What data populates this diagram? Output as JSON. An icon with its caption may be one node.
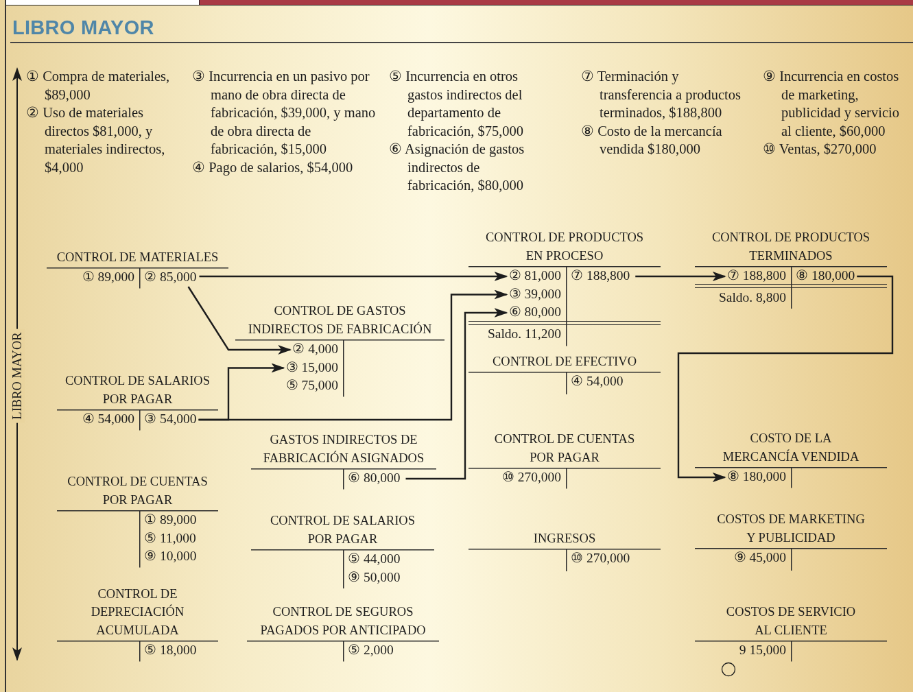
{
  "diagram": {
    "title": "LIBRO MAYOR",
    "nodes": [
      {
        "text": [
          "CONTROL DE MATERIALES"
        ]
      },
      {
        "text": [
          "① 89,000"
        ],
        "in": 0
      },
      {
        "text": [
          "② 85,000"
        ],
        "in": 0
      },
      {
        "text": [
          "CONTROL DE PRODUCTOS EN PROCESO"
        ]
      },
      {
        "text": [
          "② 81,000"
        ],
        "in": 3
      },
      {
        "text": [
          "③ 39,000"
        ],
        "in": 3
      },
      {
        "text": [
          "⑥ 80,000"
        ],
        "in": 3
      },
      {
        "text": [
          "⑦ 188,800"
        ],
        "in": 3
      },
      {
        "text": [
          "Saldo. 11,200"
        ],
        "in": 3
      },
      {
        "text": [
          "CONTROL DE PRODUCTOS TERMINADOS"
        ]
      },
      {
        "text": [
          "⑦ 188,800"
        ],
        "in": 9
      },
      {
        "text": [
          "⑧ 180,000"
        ],
        "in": 9
      },
      {
        "text": [
          "Saldo. 8,800"
        ],
        "in": 9
      },
      {
        "text": [
          "CONTROL DE GASTOS INDIRECTOS DE FABRICACIÓN"
        ]
      },
      {
        "text": [
          "② 4,000"
        ],
        "in": 13
      },
      {
        "text": [
          "③ 15,000"
        ],
        "in": 13
      },
      {
        "text": [
          "⑤ 75,000"
        ],
        "in": 13
      },
      {
        "text": [
          "CONTROL DE EFECTIVO"
        ]
      },
      {
        "text": [
          "④ 54,000"
        ],
        "in": 17
      },
      {
        "text": [
          "CONTROL DE SALARIOS POR PAGAR"
        ]
      },
      {
        "text": [
          "④ 54,000"
        ],
        "in": 19
      },
      {
        "text": [
          "③ 54,000"
        ],
        "in": 19
      },
      {
        "text": [
          "GASTOS INDIRECTOS DE FABRICACIÓN ASIGNADOS"
        ]
      },
      {
        "text": [
          "⑥ 80,000"
        ],
        "in": 22
      },
      {
        "text": [
          "CONTROL DE CUENTAS POR PAGAR"
        ]
      },
      {
        "text": [
          "⑩ 270,000"
        ],
        "in": 24
      },
      {
        "text": [
          "COSTO DE LA MERCANCÍA VENDIDA"
        ]
      },
      {
        "text": [
          "⑧ 180,000"
        ],
        "in": 26
      },
      {
        "text": [
          "CONTROL DE CUENTAS POR PAGAR"
        ]
      },
      {
        "text": [
          "① 89,000"
        ],
        "in": 28
      },
      {
        "text": [
          "⑤ 11,000"
        ],
        "in": 28
      },
      {
        "text": [
          "⑨ 10,000"
        ],
        "in": 28
      },
      {
        "text": [
          "CONTROL DE SALARIOS POR PAGAR"
        ]
      },
      {
        "text": [
          "⑤ 44,000"
        ],
        "in": 32
      },
      {
        "text": [
          "⑨ 50,000"
        ],
        "in": 32
      },
      {
        "text": [
          "INGRESOS"
        ]
      },
      {
        "text": [
          "⑩ 270,000"
        ],
        "in": 35
      },
      {
        "text": [
          "COSTOS DE MARKETING Y PUBLICIDAD"
        ]
      },
      {
        "text": [
          "⑨ 45,000"
        ],
        "in": 37
      },
      {
        "text": [
          "CONTROL DE DEPRECIACIÓN ACUMULADA"
        ]
      },
      {
        "text": [
          "⑤ 18,000"
        ],
        "in": 39
      },
      {
        "text": [
          "CONTROL DE SEGUROS PAGADOS POR ANTICIPADO"
        ]
      },
      {
        "text": [
          "⑤ 2,000"
        ],
        "in": 41
      },
      {
        "text": [
          "COSTOS DE SERVICIO AL CLIENTE"
        ]
      },
      {
        "text": [
          "9 15,000"
        ],
        "in": 43
      }
    ],
    "edges": [
      {
        "from": 2,
        "to": 4,
        "arrow": "to"
      },
      {
        "from": 2,
        "to": 14,
        "arrow": "to"
      },
      {
        "from": 21,
        "to": 15,
        "arrow": "to"
      },
      {
        "from": 21,
        "to": 5,
        "arrow": "to"
      },
      {
        "from": 23,
        "to": 6,
        "arrow": "to"
      },
      {
        "from": 7,
        "to": 10,
        "arrow": "to"
      },
      {
        "from": 11,
        "to": 27,
        "arrow": "to"
      }
    ],
    "labels": [
      "① Compra de materiales, $89,000",
      "② Uso de materiales directos $81,000, y materiales indirectos, $4,000",
      "③ Incurrencia en un pasivo por mano de obra directa de fabricación, $39,000, y mano de obra directa de fabricación, $15,000",
      "④ Pago de salarios, $54,000",
      "⑤ Incurrencia en otros gastos indirectos del departamento de fabricación, $75,000",
      "⑥ Asignación de gastos indirectos de fabricación, $80,000",
      "⑦ Terminación y transferencia a productos terminados, $188,800",
      "⑧ Costo de la mercancía vendida $180,000",
      "⑨ Incurrencia en costos de marketing, publicidad y servicio al cliente, $60,000",
      "⑩ Ventas, $270,000",
      "LIBRO MAYOR"
    ]
  }
}
